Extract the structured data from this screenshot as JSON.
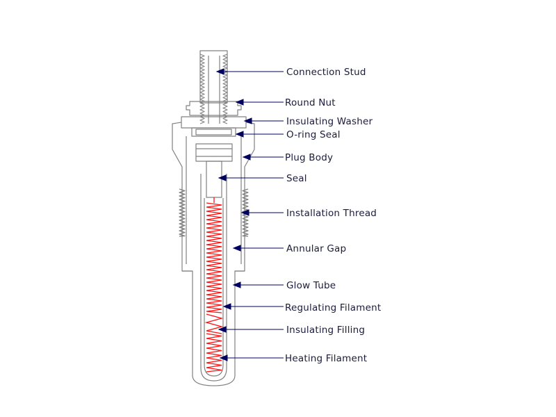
{
  "colors": {
    "outline": "#808080",
    "filament": "#ff1010",
    "leader": "#000060",
    "arrowhead": "#000060",
    "label_text": "#1a1a3a"
  },
  "labels": {
    "connection_stud": "Connection Stud",
    "round_nut": "Round Nut",
    "insulating_washer": "Insulating Washer",
    "o_ring_seal": "O-ring Seal",
    "plug_body": "Plug Body",
    "seal": "Seal",
    "installation_thread": "Installation Thread",
    "annular_gap": "Annular Gap",
    "glow_tube": "Glow Tube",
    "regulating_filament": "Regulating Filament",
    "insulating_filling": "Insulating Filling",
    "heating_filament": "Heating Filament"
  }
}
